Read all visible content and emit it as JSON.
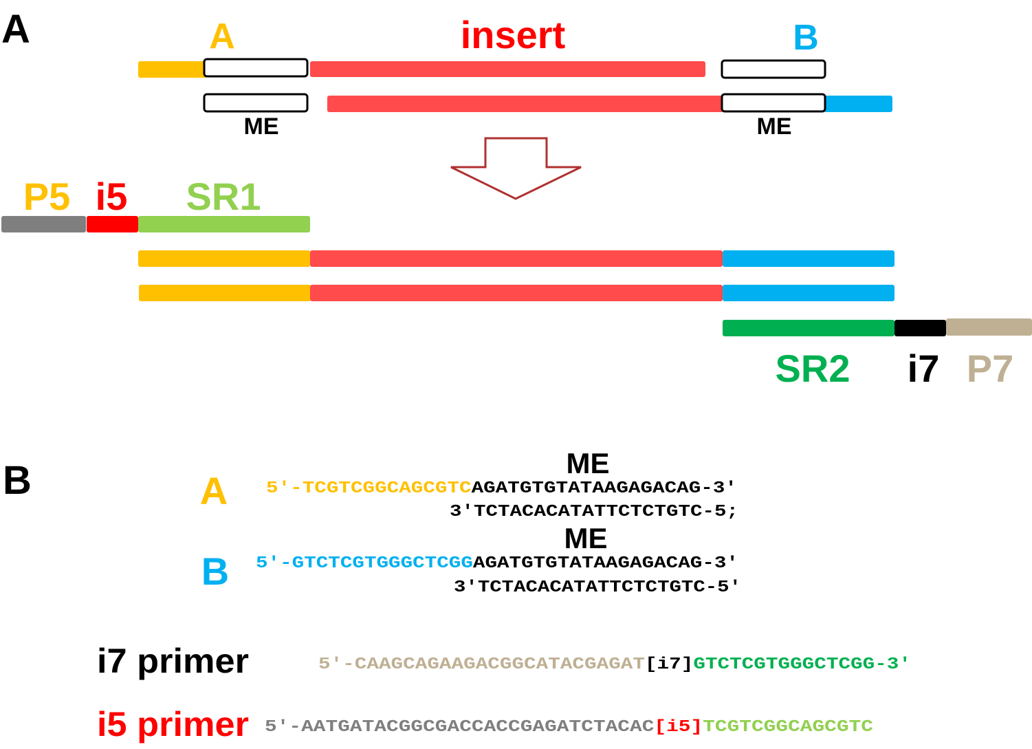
{
  "colors": {
    "orange": "#ffc000",
    "red_bar": "#ff4b4b",
    "red_text": "#ff0000",
    "blue": "#00b0f0",
    "light_green": "#92d050",
    "dark_green": "#00b050",
    "gray": "#7f7f7f",
    "tan": "#bfb094",
    "arrow": "#b03030"
  },
  "panel_a": {
    "panel_label": "A",
    "adapter_a_label": "A",
    "insert_label": "insert",
    "adapter_b_label": "B",
    "me_left_label": "ME",
    "me_right_label": "ME",
    "p5_label": "P5",
    "i5_label": "i5",
    "sr1_label": "SR1",
    "sr2_label": "SR2",
    "i7_label": "i7",
    "p7_label": "P7"
  },
  "panel_b": {
    "panel_label": "B",
    "adapter_a": {
      "label": "A",
      "me_label": "ME",
      "top_prefix": "5′-TCGTCGGCAGCGTC",
      "top_me": "AGATGTGTATAAGAGACAG-3′",
      "bottom": "3′TCTACACATATTCTCTGTC-5;"
    },
    "adapter_b": {
      "label": "B",
      "me_label": "ME",
      "top_prefix": "5′-GTCTCGTGGGCTCGG",
      "top_me": "AGATGTGTATAAGAGACAG-3′",
      "bottom": "3′TCTACACATATTCTCTGTC-5′"
    },
    "i7_primer": {
      "label": "i7 primer",
      "p7_part": "5′-CAAGCAGAAGACGGCATACGAGAT",
      "index": "[i7]",
      "sr2_part": "GTCTCGTGGGCTCGG-3′"
    },
    "i5_primer": {
      "label": "i5 primer",
      "p5_part": "5′-AATGATACGGCGACCACCGAGATCTACAC",
      "index": "[i5]",
      "sr1_part": "TCGTCGGCAGCGTC"
    }
  }
}
